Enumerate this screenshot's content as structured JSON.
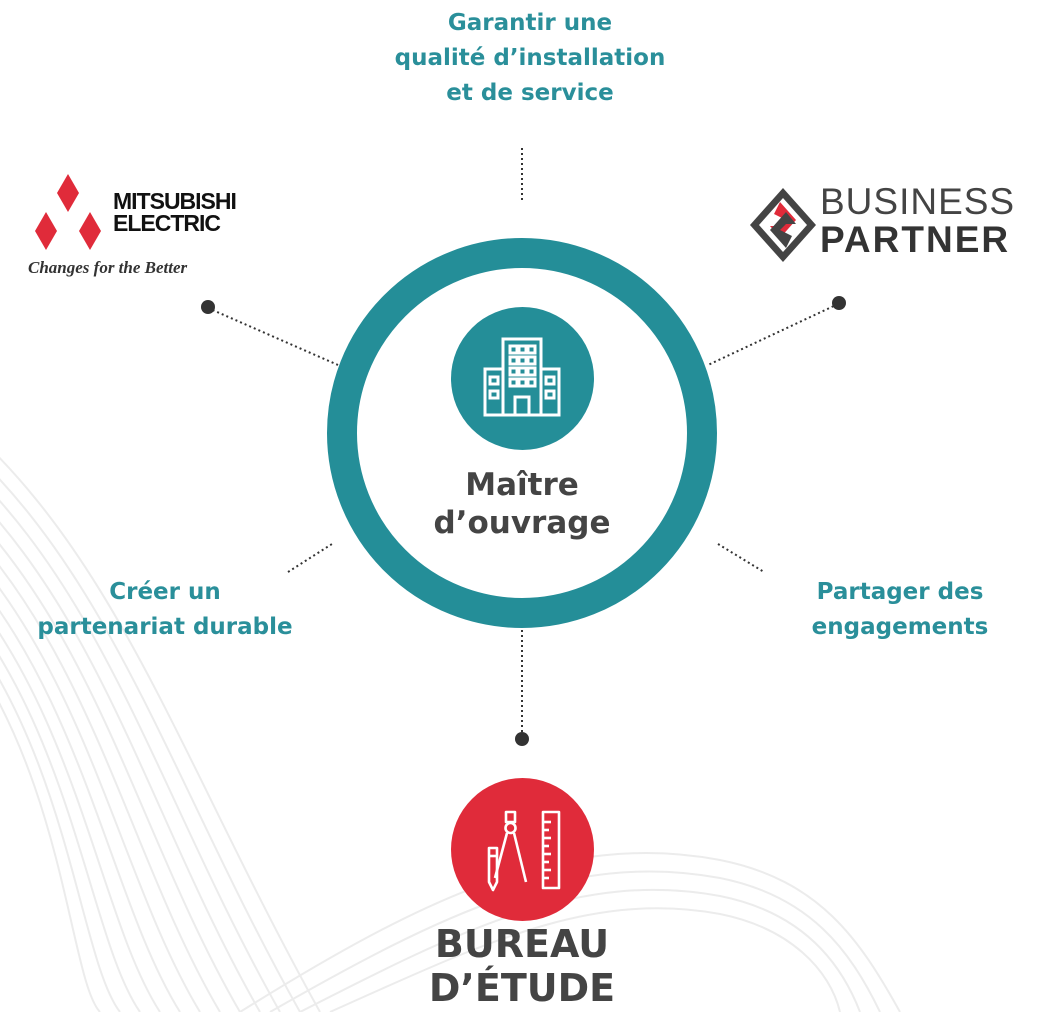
{
  "goals": {
    "top_lines": [
      "Garantir une",
      "qualité d’installation",
      "et de service"
    ],
    "left_lines": [
      "Créer un",
      "partenariat durable"
    ],
    "right_lines": [
      "Partager des",
      "engagements"
    ]
  },
  "center": {
    "title_lines": [
      "Maître",
      "d’ouvrage"
    ],
    "icon": "building-icon"
  },
  "bottom": {
    "title_lines": [
      "BUREAU",
      "D’ÉTUDE"
    ],
    "icon": "drafting-tools-icon"
  },
  "logos": {
    "mitsubishi": {
      "name_lines": [
        "MITSUBISHI",
        "ELECTRIC"
      ],
      "tagline": "Changes for the Better"
    },
    "business_partner": {
      "line1": "BUSINESS",
      "line2": "PARTNER"
    }
  },
  "colors": {
    "teal": "#248e98",
    "teal_text": "#2a8f9a",
    "red": "#e02b3a",
    "dark_text": "#444444"
  }
}
